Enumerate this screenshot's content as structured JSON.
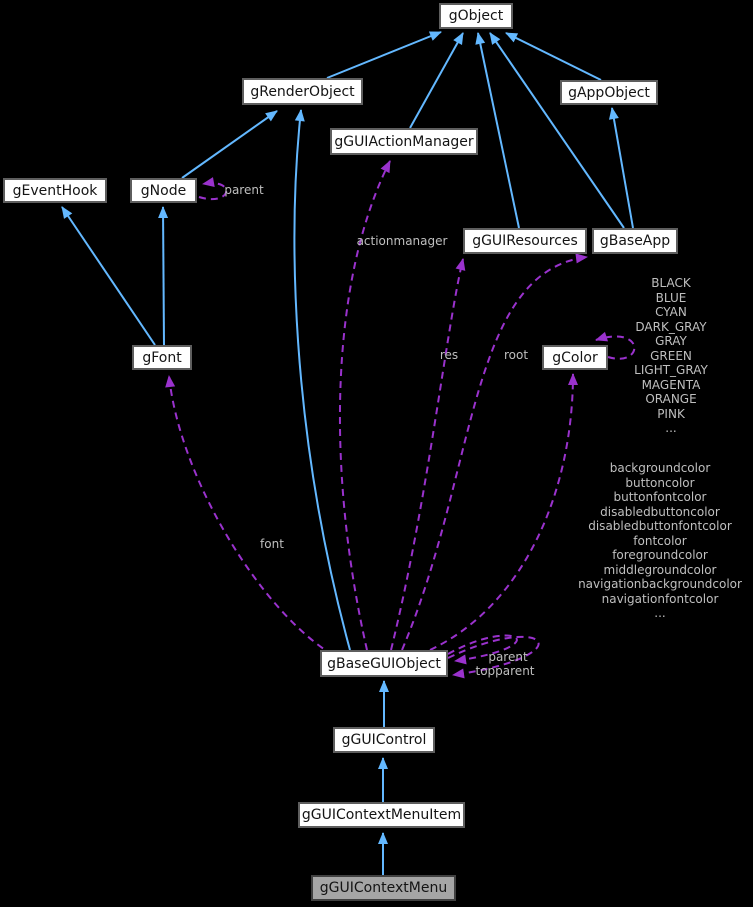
{
  "diagram": {
    "background_color": "#000000",
    "inheritance_color": "#63B8FF",
    "usage_color": "#9A32CD",
    "edge_label_color": "#BFBFBF",
    "nodes": [
      {
        "label": "gObject"
      },
      {
        "label": "gRenderObject"
      },
      {
        "label": "gGUIActionManager"
      },
      {
        "label": "gAppObject"
      },
      {
        "label": "gEventHook"
      },
      {
        "label": "gNode"
      },
      {
        "label": "gGUIResources"
      },
      {
        "label": "gBaseApp"
      },
      {
        "label": "gFont"
      },
      {
        "label": "gColor"
      },
      {
        "label": "gBaseGUIObject"
      },
      {
        "label": "gGUIControl"
      },
      {
        "label": "gGUIContextMenuItem"
      },
      {
        "label": "gGUIContextMenu"
      }
    ],
    "edge_labels": {
      "node_parent": "parent",
      "actionmanager": "actionmanager",
      "res": "res",
      "root": "root",
      "font": "font",
      "parent": "parent",
      "topparent": "topparent"
    },
    "color_constants": [
      "BLACK",
      "BLUE",
      "CYAN",
      "DARK_GRAY",
      "GRAY",
      "GREEN",
      "LIGHT_GRAY",
      "MAGENTA",
      "ORANGE",
      "PINK",
      "..."
    ],
    "color_members": [
      "backgroundcolor",
      "buttoncolor",
      "buttonfontcolor",
      "disabledbuttoncolor",
      "disabledbuttonfontcolor",
      "fontcolor",
      "foregroundcolor",
      "middlegroundcolor",
      "navigationbackgroundcolor",
      "navigationfontcolor",
      "..."
    ]
  }
}
